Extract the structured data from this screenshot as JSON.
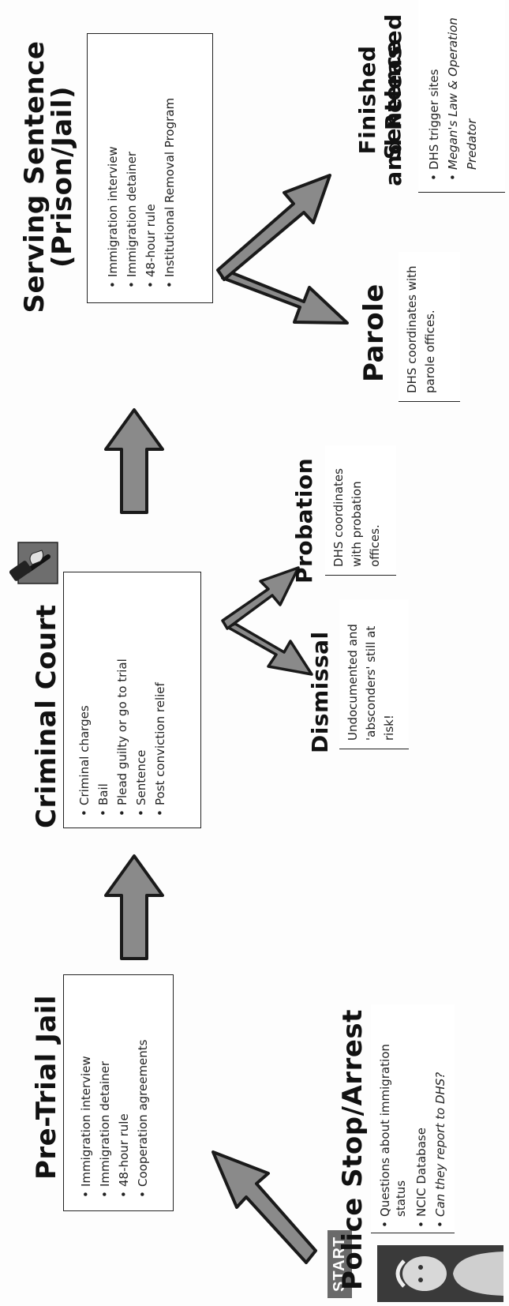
{
  "start_label": "START",
  "police": {
    "title": "Police Stop/Arrest",
    "items": [
      "Questions about immigration status",
      "NCIC Database",
      "Can they report to DHS?"
    ]
  },
  "pretrial": {
    "title": "Pre-Trial Jail",
    "items": [
      "Immigration interview",
      "Immigration detainer",
      "48-hour rule",
      "Cooperation agreements"
    ]
  },
  "court": {
    "title": "Criminal Court",
    "items": [
      "Criminal charges",
      "Bail",
      "Plead guilty or go to trial",
      "Sentence",
      "Post conviction relief"
    ]
  },
  "dismissal": {
    "title": "Dismissal",
    "note": "Undocumented and 'absconders' still at risk!"
  },
  "probation": {
    "title": "Probation",
    "note": "DHS coordinates with probation offices."
  },
  "serving": {
    "title_line1": "Serving Sentence",
    "title_line2": "(Prison/Jail)",
    "items": [
      "Immigration interview",
      "Immigration detainer",
      "48-hour rule",
      "Institutional Removal Program"
    ]
  },
  "parole": {
    "title": "Parole",
    "note": "DHS coordinates with parole offices."
  },
  "released": {
    "title_line1": "Finished Sentence",
    "title_line2": "and Released",
    "items": [
      "DHS trigger sites",
      "Megan's Law & Operation Predator"
    ]
  },
  "icons": [
    "person-photo-icon",
    "gavel-icon"
  ],
  "colors": {
    "arrow_fill": "#8a8a8a",
    "arrow_stroke": "#1a1a1a",
    "start_bg": "#6a6a6a"
  }
}
